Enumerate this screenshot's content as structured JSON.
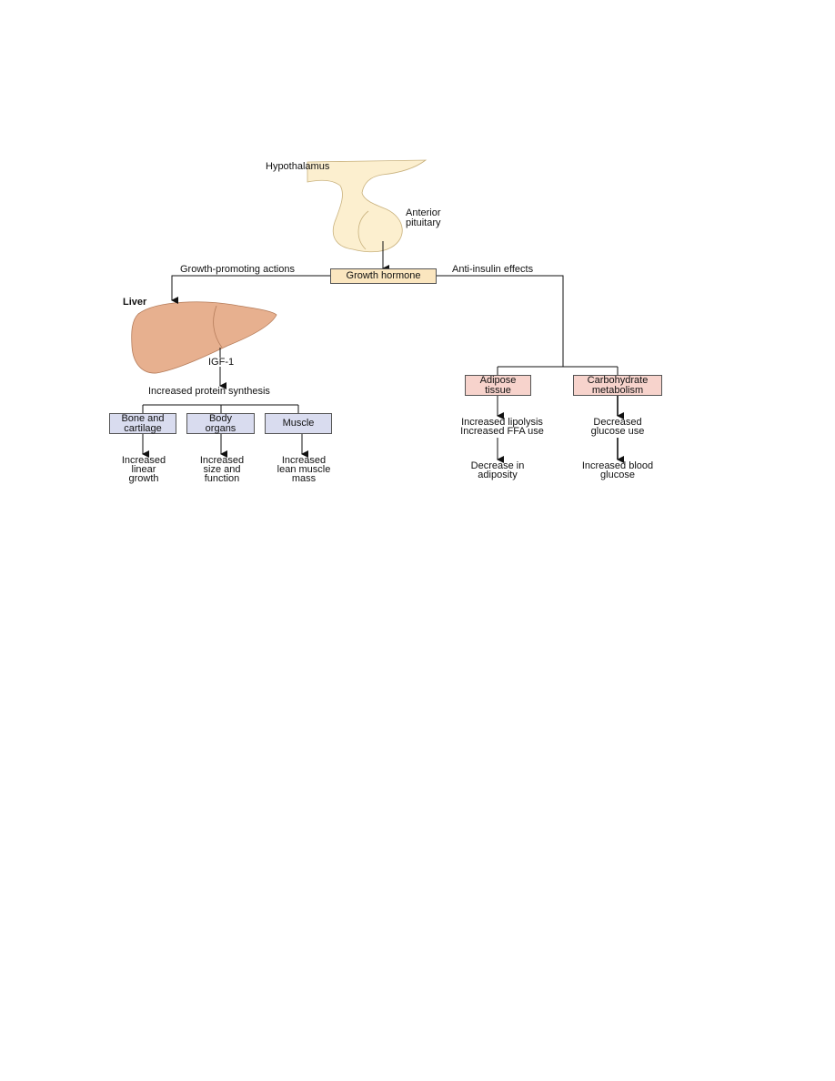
{
  "labels": {
    "hypothalamus": "Hypothalamus",
    "anterior_pituitary": [
      "Anterior",
      "pituitary"
    ],
    "growth_promoting": "Growth-promoting actions",
    "anti_insulin": "Anti-insulin effects",
    "liver": "Liver",
    "igf1": "IGF-1",
    "protein_synthesis": "Increased protein synthesis"
  },
  "boxes": {
    "growth_hormone": "Growth hormone",
    "bone": [
      "Bone and",
      "cartilage"
    ],
    "organs": [
      "Body",
      "organs"
    ],
    "muscle": "Muscle",
    "adipose": [
      "Adipose",
      "tissue"
    ],
    "carbohydrate": [
      "Carbohydrate",
      "metabolism"
    ]
  },
  "outcomes": {
    "bone": [
      "Increased",
      "linear",
      "growth"
    ],
    "organs": [
      "Increased",
      "size and",
      "function"
    ],
    "muscle": [
      "Increased",
      "lean muscle",
      "mass"
    ],
    "adipose_effect": [
      "Increased lipolysis",
      "Increased FFA use"
    ],
    "adipose_result": [
      "Decrease in",
      "adiposity"
    ],
    "carb_effect": [
      "Decreased",
      "glucose use"
    ],
    "carb_result": [
      "Increased blood",
      "glucose"
    ]
  },
  "colors": {
    "pituitary": "#fcefcf",
    "liver": "#e7b08f",
    "growth_hormone_box": "#fbe6bf",
    "target_box_blue": "#d9dcef",
    "target_box_pink": "#f7d3cc"
  }
}
